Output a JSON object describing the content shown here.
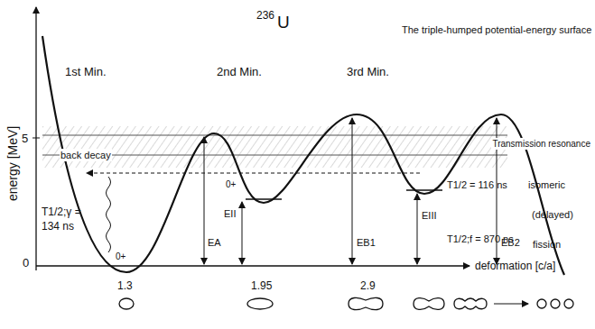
{
  "diagram": {
    "title": "The triple-humped potential-energy surface",
    "labels": [
      "236",
      "U",
      "energy [MeV]",
      "5",
      "0",
      "1st Min.",
      "2nd Min.",
      "3rd Min.",
      "Transmission resonance",
      "back decay",
      "0+",
      "0+",
      "T1/2;γ =",
      "134 ns",
      "EA",
      "EII",
      "EB1",
      "EIII",
      "EB2",
      "T1/2 = 116 ns",
      "isomeric",
      "(delayed)",
      "T1/2;f = 870 ns",
      "fission",
      "1.3",
      "1.95",
      "2.9",
      "deformation [c/a]"
    ]
  }
}
